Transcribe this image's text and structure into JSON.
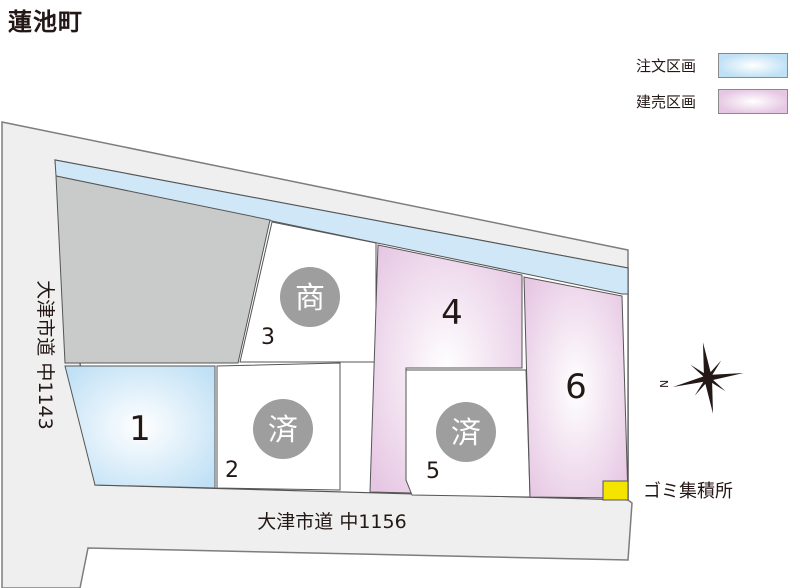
{
  "title": "蓮池町",
  "legend": [
    {
      "label": "注文区画",
      "color": "#bfe0f5"
    },
    {
      "label": "建売区画",
      "color": "#e6c7e3"
    }
  ],
  "lots": [
    {
      "number": "1",
      "type": "注文区画"
    },
    {
      "number": "2",
      "badge": "済"
    },
    {
      "number": "3",
      "badge": "商"
    },
    {
      "number": "4",
      "type": "建売区画"
    },
    {
      "number": "5",
      "badge": "済"
    },
    {
      "number": "6",
      "type": "建売区画"
    }
  ],
  "roads": {
    "bottom": "大津市道 中1156",
    "left": "大津市道 中1143"
  },
  "garbage_point": "ゴミ集積所",
  "compass_label": "N",
  "colors": {
    "gray_lot": "#c9caca",
    "sold_badge": "#9e9e9f",
    "road_fill": "#efefef",
    "waterway": "#cfe7f6",
    "garbage": "#f5e300"
  }
}
